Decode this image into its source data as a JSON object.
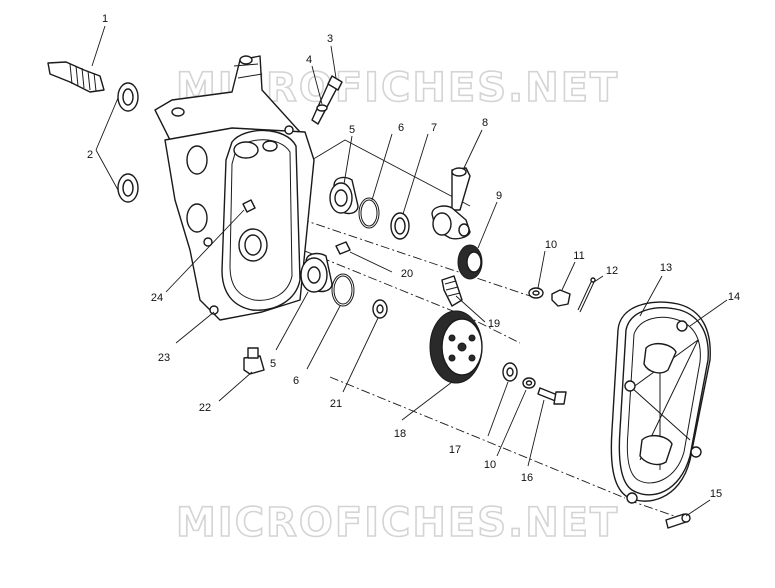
{
  "watermarks": [
    "MICROFICHES.NET",
    "MICROFICHES.NET"
  ],
  "callouts": [
    {
      "id": "c1",
      "label": "1"
    },
    {
      "id": "c2",
      "label": "2"
    },
    {
      "id": "c3",
      "label": "3"
    },
    {
      "id": "c4",
      "label": "4"
    },
    {
      "id": "c5a",
      "label": "5"
    },
    {
      "id": "c5b",
      "label": "5"
    },
    {
      "id": "c6a",
      "label": "6"
    },
    {
      "id": "c6b",
      "label": "6"
    },
    {
      "id": "c7",
      "label": "7"
    },
    {
      "id": "c8",
      "label": "8"
    },
    {
      "id": "c9",
      "label": "9"
    },
    {
      "id": "c10a",
      "label": "10"
    },
    {
      "id": "c10b",
      "label": "10"
    },
    {
      "id": "c11",
      "label": "11"
    },
    {
      "id": "c12",
      "label": "12"
    },
    {
      "id": "c13",
      "label": "13"
    },
    {
      "id": "c14",
      "label": "14"
    },
    {
      "id": "c15",
      "label": "15"
    },
    {
      "id": "c16",
      "label": "16"
    },
    {
      "id": "c17",
      "label": "17"
    },
    {
      "id": "c18",
      "label": "18"
    },
    {
      "id": "c19",
      "label": "19"
    },
    {
      "id": "c20",
      "label": "20"
    },
    {
      "id": "c21",
      "label": "21"
    },
    {
      "id": "c22",
      "label": "22"
    },
    {
      "id": "c23",
      "label": "23"
    },
    {
      "id": "c24",
      "label": "24"
    }
  ]
}
